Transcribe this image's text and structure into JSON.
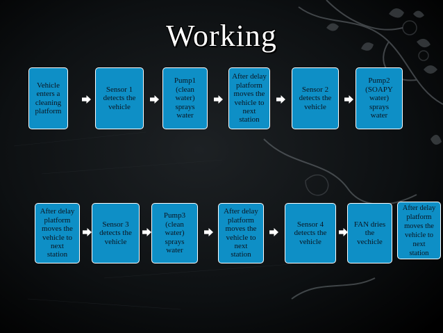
{
  "title": "Working",
  "steps_row1": [
    {
      "label": "Vehicle\nenters  a\ncleaning\nplatform"
    },
    {
      "label": "Sensor 1\ndetects the\nvehicle"
    },
    {
      "label": "Pump1\n(clean\nwater)\nsprays\nwater"
    },
    {
      "label": "After delay\nplatform\nmoves the\nvehicle to\nnext\nstation"
    },
    {
      "label": "Sensor 2\ndetects the\nvehicle"
    },
    {
      "label": "Pump2\n(SOAPY\nwater)\nsprays\nwater"
    }
  ],
  "steps_row2": [
    {
      "label": "After delay\nplatform\nmoves the\nvehicle to\nnext\nstation"
    },
    {
      "label": "Sensor 3\ndetects the\nvehicle"
    },
    {
      "label": "Pump3\n(clean\nwater)\nsprays\nwater"
    },
    {
      "label": "After delay\nplatform\nmoves the\nvehicle to\nnext\nstation"
    },
    {
      "label": "Sensor 4\ndetects the\nvehicle"
    },
    {
      "label": "FAN dries\nthe\nvechicle"
    },
    {
      "label": "After delay\nplatform\nmoves the\nvehicle to\nnext\nstation"
    }
  ],
  "colors": {
    "box_fill": "#0e8fc6",
    "box_border": "#ffffff",
    "background": "#050607",
    "arrow": "#ffffff"
  },
  "icons": {
    "arrow": "right-arrow-icon"
  }
}
